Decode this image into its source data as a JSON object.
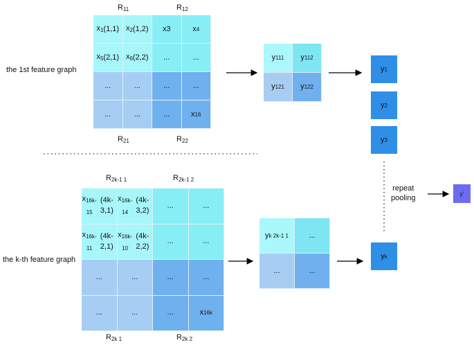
{
  "graph1": {
    "row_label": "the 1st feature graph",
    "region_labels": {
      "r11": "R11",
      "r12": "R12",
      "r21": "R21",
      "r22": "R22"
    },
    "cells": [
      [
        "x1\n(1,1)",
        "x2\n(1,2)",
        "x3",
        "x4"
      ],
      [
        "x5\n(2,1)",
        "x6\n(2,2)",
        "...",
        "..."
      ],
      [
        "...",
        "...",
        "...",
        "..."
      ],
      [
        "...",
        "...",
        "...",
        "x16"
      ]
    ],
    "pooled": [
      "y111",
      "y112",
      "y121",
      "y122"
    ]
  },
  "graphk": {
    "row_label": "the k-th feature graph",
    "region_labels": {
      "r11": "R2k-1 1",
      "r12": "R2k-1 2",
      "r21": "R2k 1",
      "r22": "R2k 2"
    },
    "cells": [
      [
        "x16k-15\n(4k-3,1)",
        "x16k-14\n(4k-3,2)",
        "...",
        "..."
      ],
      [
        "x16k-11\n(4k-2,1)",
        "x16k-10\n(4k-2,2)",
        "...",
        "..."
      ],
      [
        "...",
        "...",
        "...",
        "..."
      ],
      [
        "...",
        "...",
        "...",
        "x16k"
      ]
    ],
    "pooled": [
      "yk 2k-1 1",
      "...",
      "...",
      "..."
    ]
  },
  "outputs": [
    "y1",
    "y2",
    "y3",
    "yk"
  ],
  "repeat_label": "repeat\npooling",
  "final_label": "y'",
  "colors": {
    "cyan": "#88eef6",
    "light_blue": "#a6cef4",
    "mid_blue": "#6fb0ee",
    "output": "#2f8fe6",
    "final": "#6d6cf0"
  }
}
